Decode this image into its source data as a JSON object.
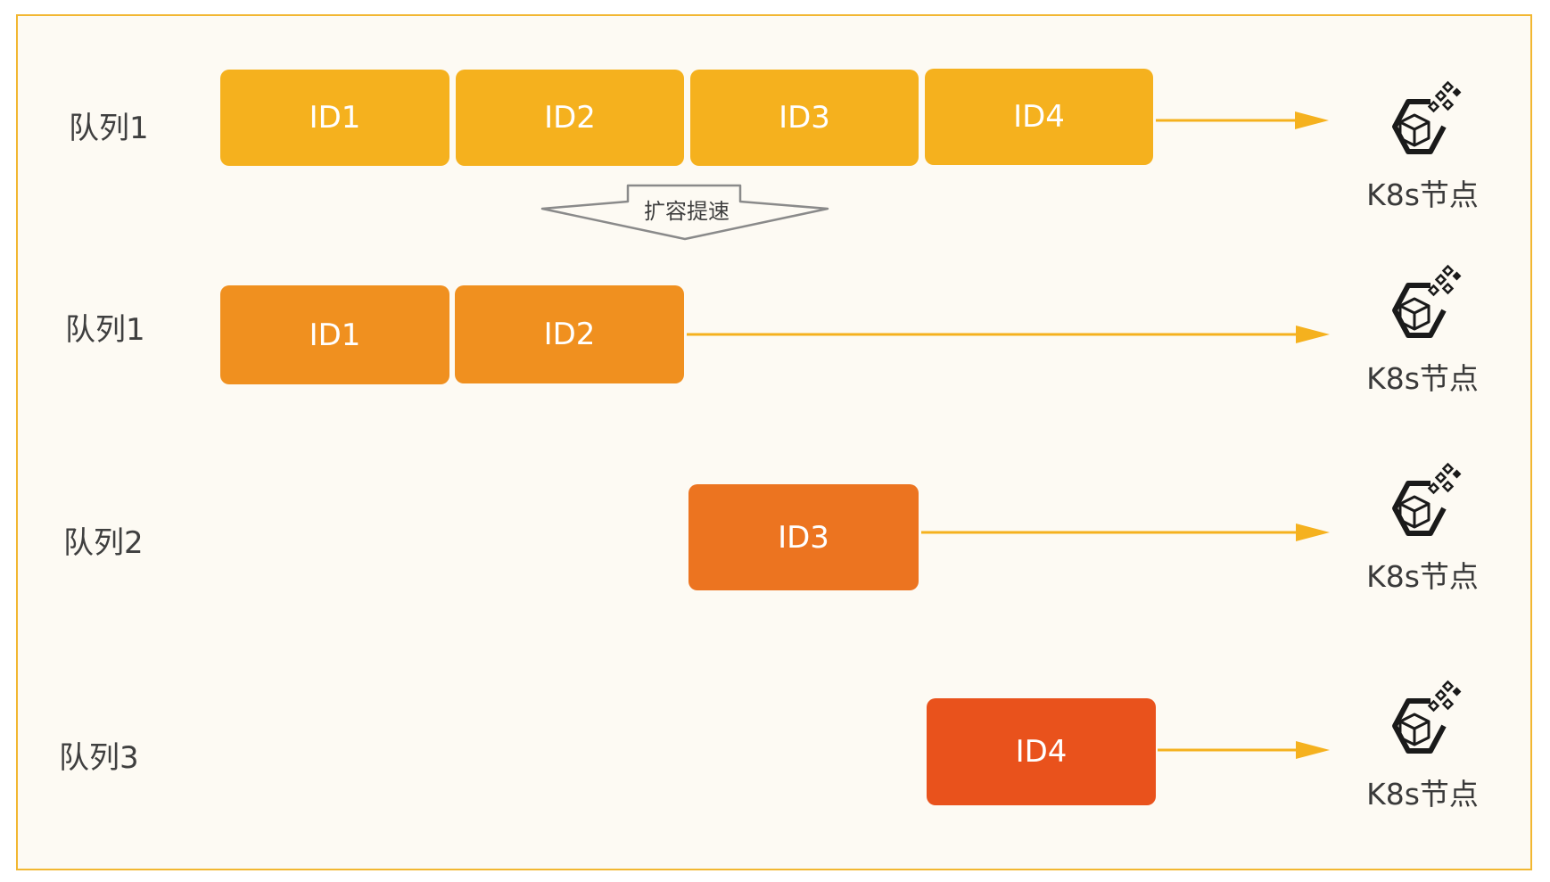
{
  "rows": [
    {
      "queue_label": "队列1",
      "boxes": [
        "ID1",
        "ID2",
        "ID3",
        "ID4"
      ],
      "node_label": "K8s节点"
    },
    {
      "queue_label": "队列1",
      "boxes": [
        "ID1",
        "ID2"
      ],
      "node_label": "K8s节点"
    },
    {
      "queue_label": "队列2",
      "boxes": [
        "ID3"
      ],
      "node_label": "K8s节点"
    },
    {
      "queue_label": "队列3",
      "boxes": [
        "ID4"
      ],
      "node_label": "K8s节点"
    }
  ],
  "callout": {
    "label": "扩容提速"
  },
  "colors": {
    "border": "#f2b731",
    "row1_box": "#f5b11e",
    "row2_box": "#f0901f",
    "row3_box": "#ec7420",
    "row4_box": "#e9521c",
    "arrow": "#f5b11e",
    "icon": "#1a1a1a"
  },
  "icons": {
    "node": "k8s-cube-node-icon"
  }
}
